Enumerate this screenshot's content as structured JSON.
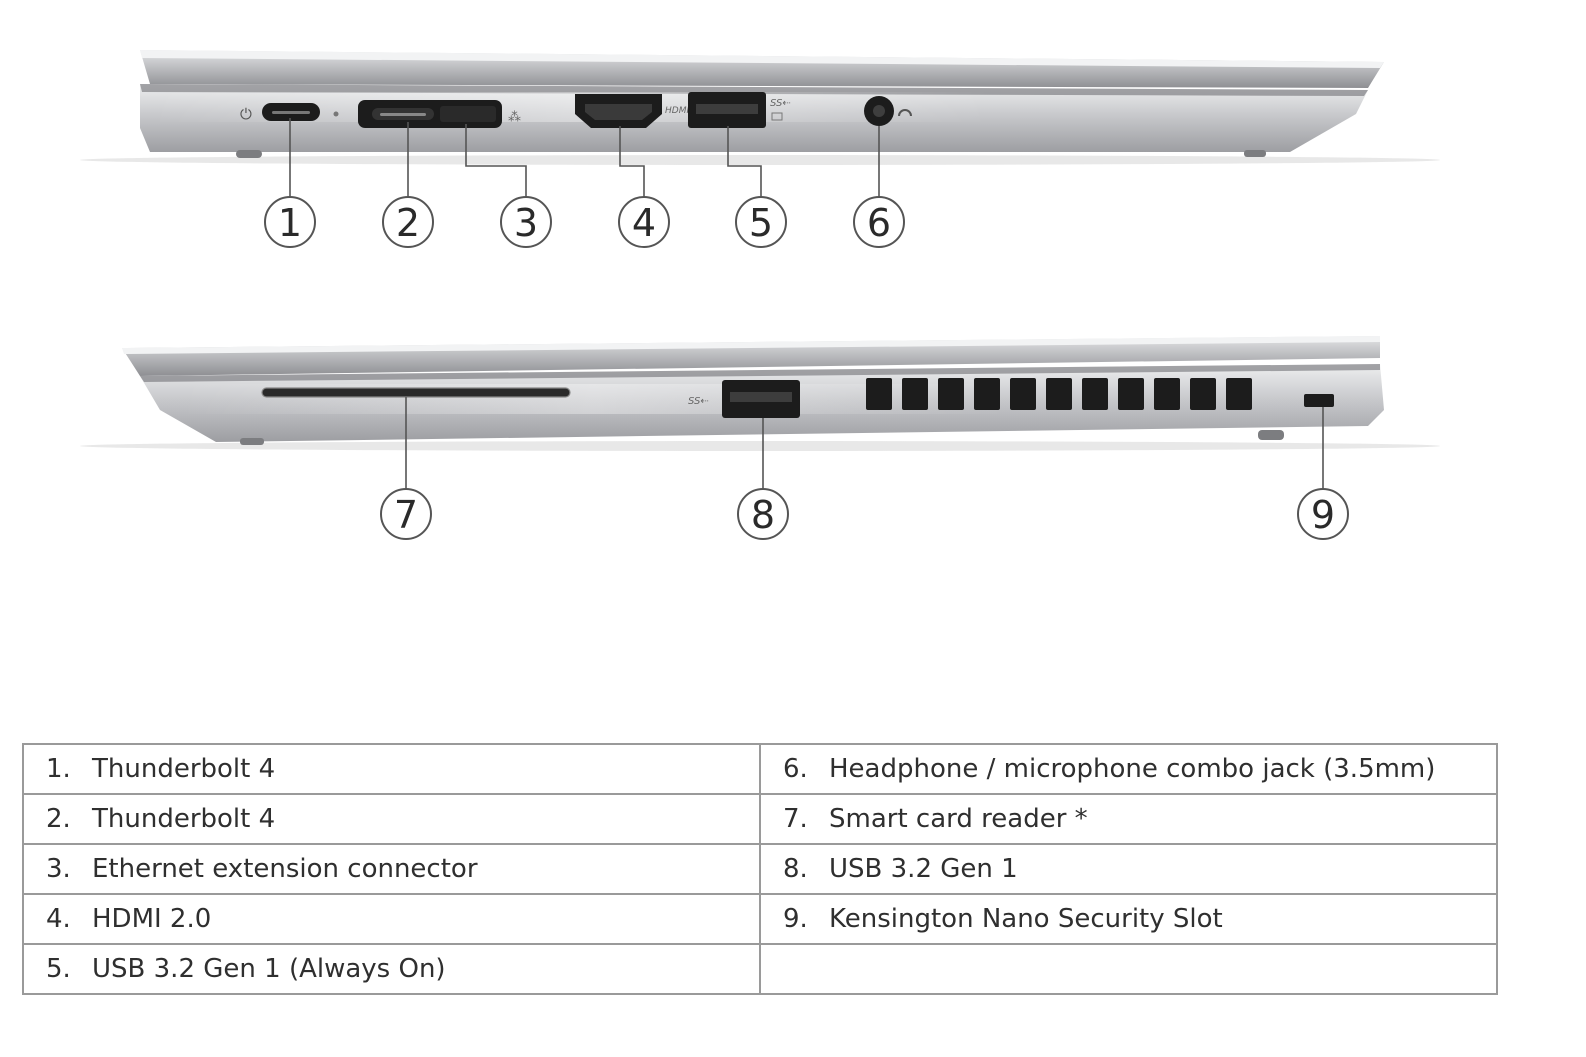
{
  "callouts": {
    "c1": "1",
    "c2": "2",
    "c3": "3",
    "c4": "4",
    "c5": "5",
    "c6": "6",
    "c7": "7",
    "c8": "8",
    "c9": "9"
  },
  "port_markings": {
    "hdmi": "HDMI"
  },
  "legend": {
    "left": [
      {
        "num": "1.",
        "label": "Thunderbolt 4"
      },
      {
        "num": "2.",
        "label": "Thunderbolt 4"
      },
      {
        "num": "3.",
        "label": "Ethernet extension connector"
      },
      {
        "num": "4.",
        "label": "HDMI 2.0"
      },
      {
        "num": "5.",
        "label": "USB 3.2 Gen 1 (Always On)"
      }
    ],
    "right": [
      {
        "num": "6.",
        "label": "Headphone / microphone combo jack (3.5mm)"
      },
      {
        "num": "7.",
        "label": "Smart card reader *"
      },
      {
        "num": "8.",
        "label": "USB 3.2 Gen 1"
      },
      {
        "num": "9.",
        "label": "Kensington Nano Security Slot"
      },
      {
        "num": "",
        "label": ""
      }
    ]
  },
  "colors": {
    "chassis": "#c9cacc",
    "chassis_dark": "#8f9094",
    "port": "#1c1c1c",
    "leader": "#555555",
    "border": "#9a9a9a"
  }
}
